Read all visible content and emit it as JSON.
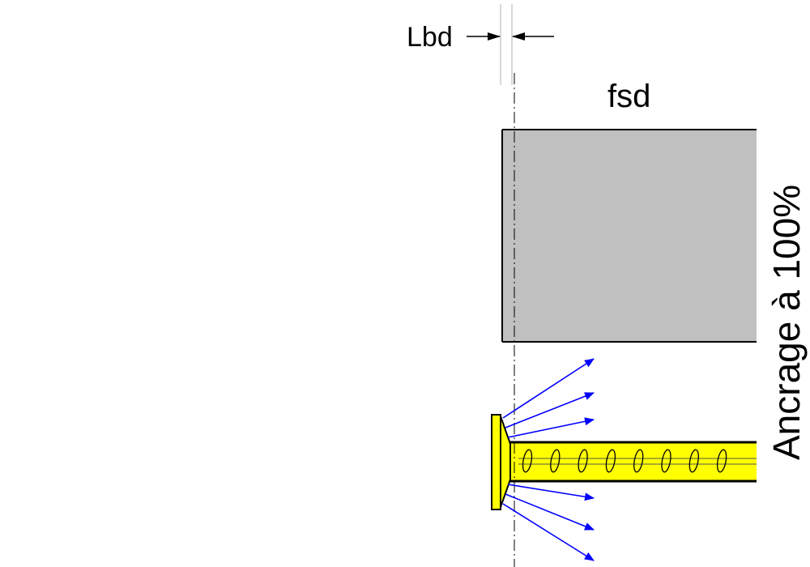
{
  "labels": {
    "lbd": "Lbd",
    "fsd": "fsd",
    "anchorage": "Ancrage à 100%"
  },
  "colors": {
    "stress_block": "#c0c0c0",
    "bar": "#ffff00",
    "arrows": "#0000ff",
    "outline": "#000000"
  },
  "diagram": {
    "rib_count": 8,
    "upper_arrow_count": 3,
    "lower_arrow_count": 3
  }
}
